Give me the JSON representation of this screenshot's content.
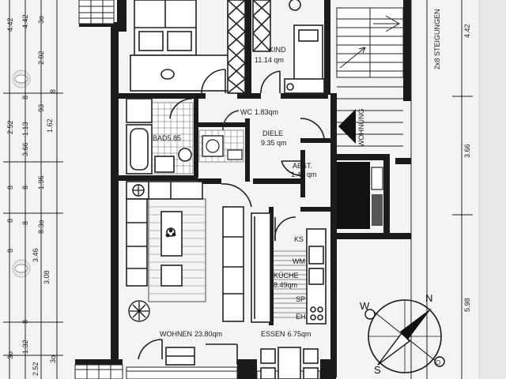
{
  "rooms": {
    "kind": {
      "name": "KIND",
      "area": "11.14 qm"
    },
    "wc": {
      "name": "WC",
      "area": "1.83qm"
    },
    "diele": {
      "name": "DIELE",
      "area": "9.35 qm"
    },
    "bad": {
      "name": "BAD",
      "area": "5.85"
    },
    "abst": {
      "name": "ABST.",
      "area": "1.43 qm"
    },
    "kueche": {
      "name": "KÜCHE",
      "area": "8.49qm"
    },
    "wohnen": {
      "name": "WOHNEN",
      "area": "23.80qm"
    },
    "essen": {
      "name": "ESSEN",
      "area": "6.75qm"
    }
  },
  "labels": {
    "wohnung": "WOHNUNG",
    "stairs": "2x8 STEIGUNGEN",
    "ks": "KS",
    "wm": "WM",
    "sp": "SP",
    "eh": "EH"
  },
  "compass": {
    "n": "N",
    "s": "S",
    "w": "W",
    "o": "O"
  },
  "dims_left_outer": [
    "4.42",
    "2.52",
    "8",
    "8",
    "3.46",
    "8",
    "3.08",
    "3o",
    "2.52"
  ],
  "dims_left_mid": [
    "4.42",
    "8",
    "1.13",
    "3.66",
    "8",
    "8",
    "8",
    "1.32"
  ],
  "dims_left_inner": [
    "3o",
    "2.02",
    "93",
    "1.62",
    "1.96",
    "8.3o",
    "8",
    "3o"
  ],
  "dims_right": [
    "4.42",
    "3.66",
    "5.98"
  ]
}
